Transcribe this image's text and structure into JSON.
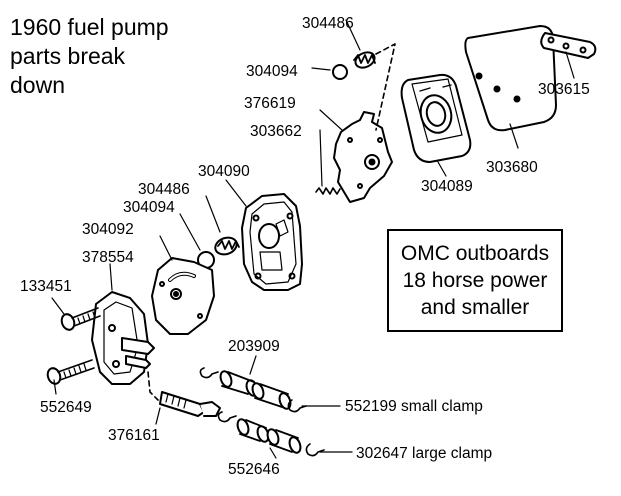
{
  "title_lines": [
    "1960 fuel pump",
    "parts break",
    "down"
  ],
  "info_lines": [
    "OMC outboards",
    "18 horse power",
    "and smaller"
  ],
  "labels": {
    "p304486_top": "304486",
    "p304094_top": "304094",
    "p376619": "376619",
    "p303662": "303662",
    "p304089": "304089",
    "p303680": "303680",
    "p303615": "303615",
    "p304090": "304090",
    "p304486_mid": "304486",
    "p304094_mid": "304094",
    "p304092": "304092",
    "p378554": "378554",
    "p133451": "133451",
    "p552649": "552649",
    "p376161": "376161",
    "p203909": "203909",
    "p552199": "552199 small clamp",
    "p302647": "302647 large clamp",
    "p552646": "552646"
  }
}
